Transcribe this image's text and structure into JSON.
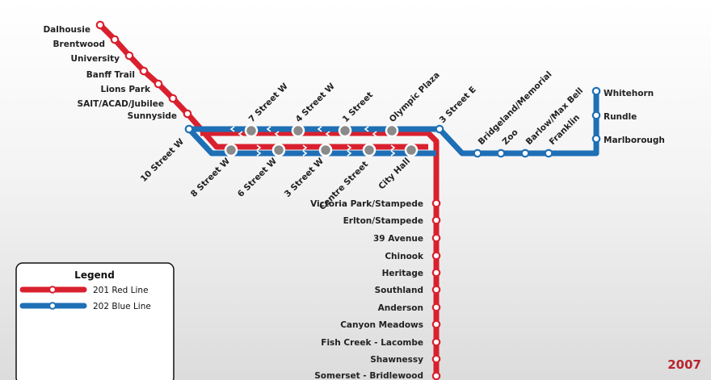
{
  "colors": {
    "red": "#d9202e",
    "blue": "#1e6fb5",
    "gray": "#8a8a8a"
  },
  "legend": {
    "title": "Legend",
    "items": [
      {
        "label": "201 Red Line",
        "color": "#d9202e"
      },
      {
        "label": "202 Blue Line",
        "color": "#1e6fb5"
      }
    ]
  },
  "year": "2007",
  "stations": {
    "nw": [
      "Dalhousie",
      "Brentwood",
      "University",
      "Banff Trail",
      "Lions Park",
      "SAIT/ACAD/Jubilee",
      "Sunnyside"
    ],
    "west_terminus": "10 Street W",
    "downtown_north": [
      "7 Street W",
      "4 Street W",
      "1 Street",
      "Olympic Plaza",
      "3 Street E"
    ],
    "downtown_south": [
      "8 Street W",
      "6 Street W",
      "3 Street W",
      "Centre Street",
      "City Hall"
    ],
    "east_blue": [
      "Bridgeland/Memorial",
      "Zoo",
      "Barlow/Max Bell",
      "Franklin"
    ],
    "ne_blue": [
      "Whitehorn",
      "Rundle",
      "Marlborough"
    ],
    "south_red": [
      "Victoria Park/Stampede",
      "Erlton/Stampede",
      "39 Avenue",
      "Chinook",
      "Heritage",
      "Southland",
      "Anderson",
      "Canyon Meadows",
      "Fish Creek - Lacombe",
      "Shawnessy",
      "Somerset - Bridlewood"
    ]
  }
}
